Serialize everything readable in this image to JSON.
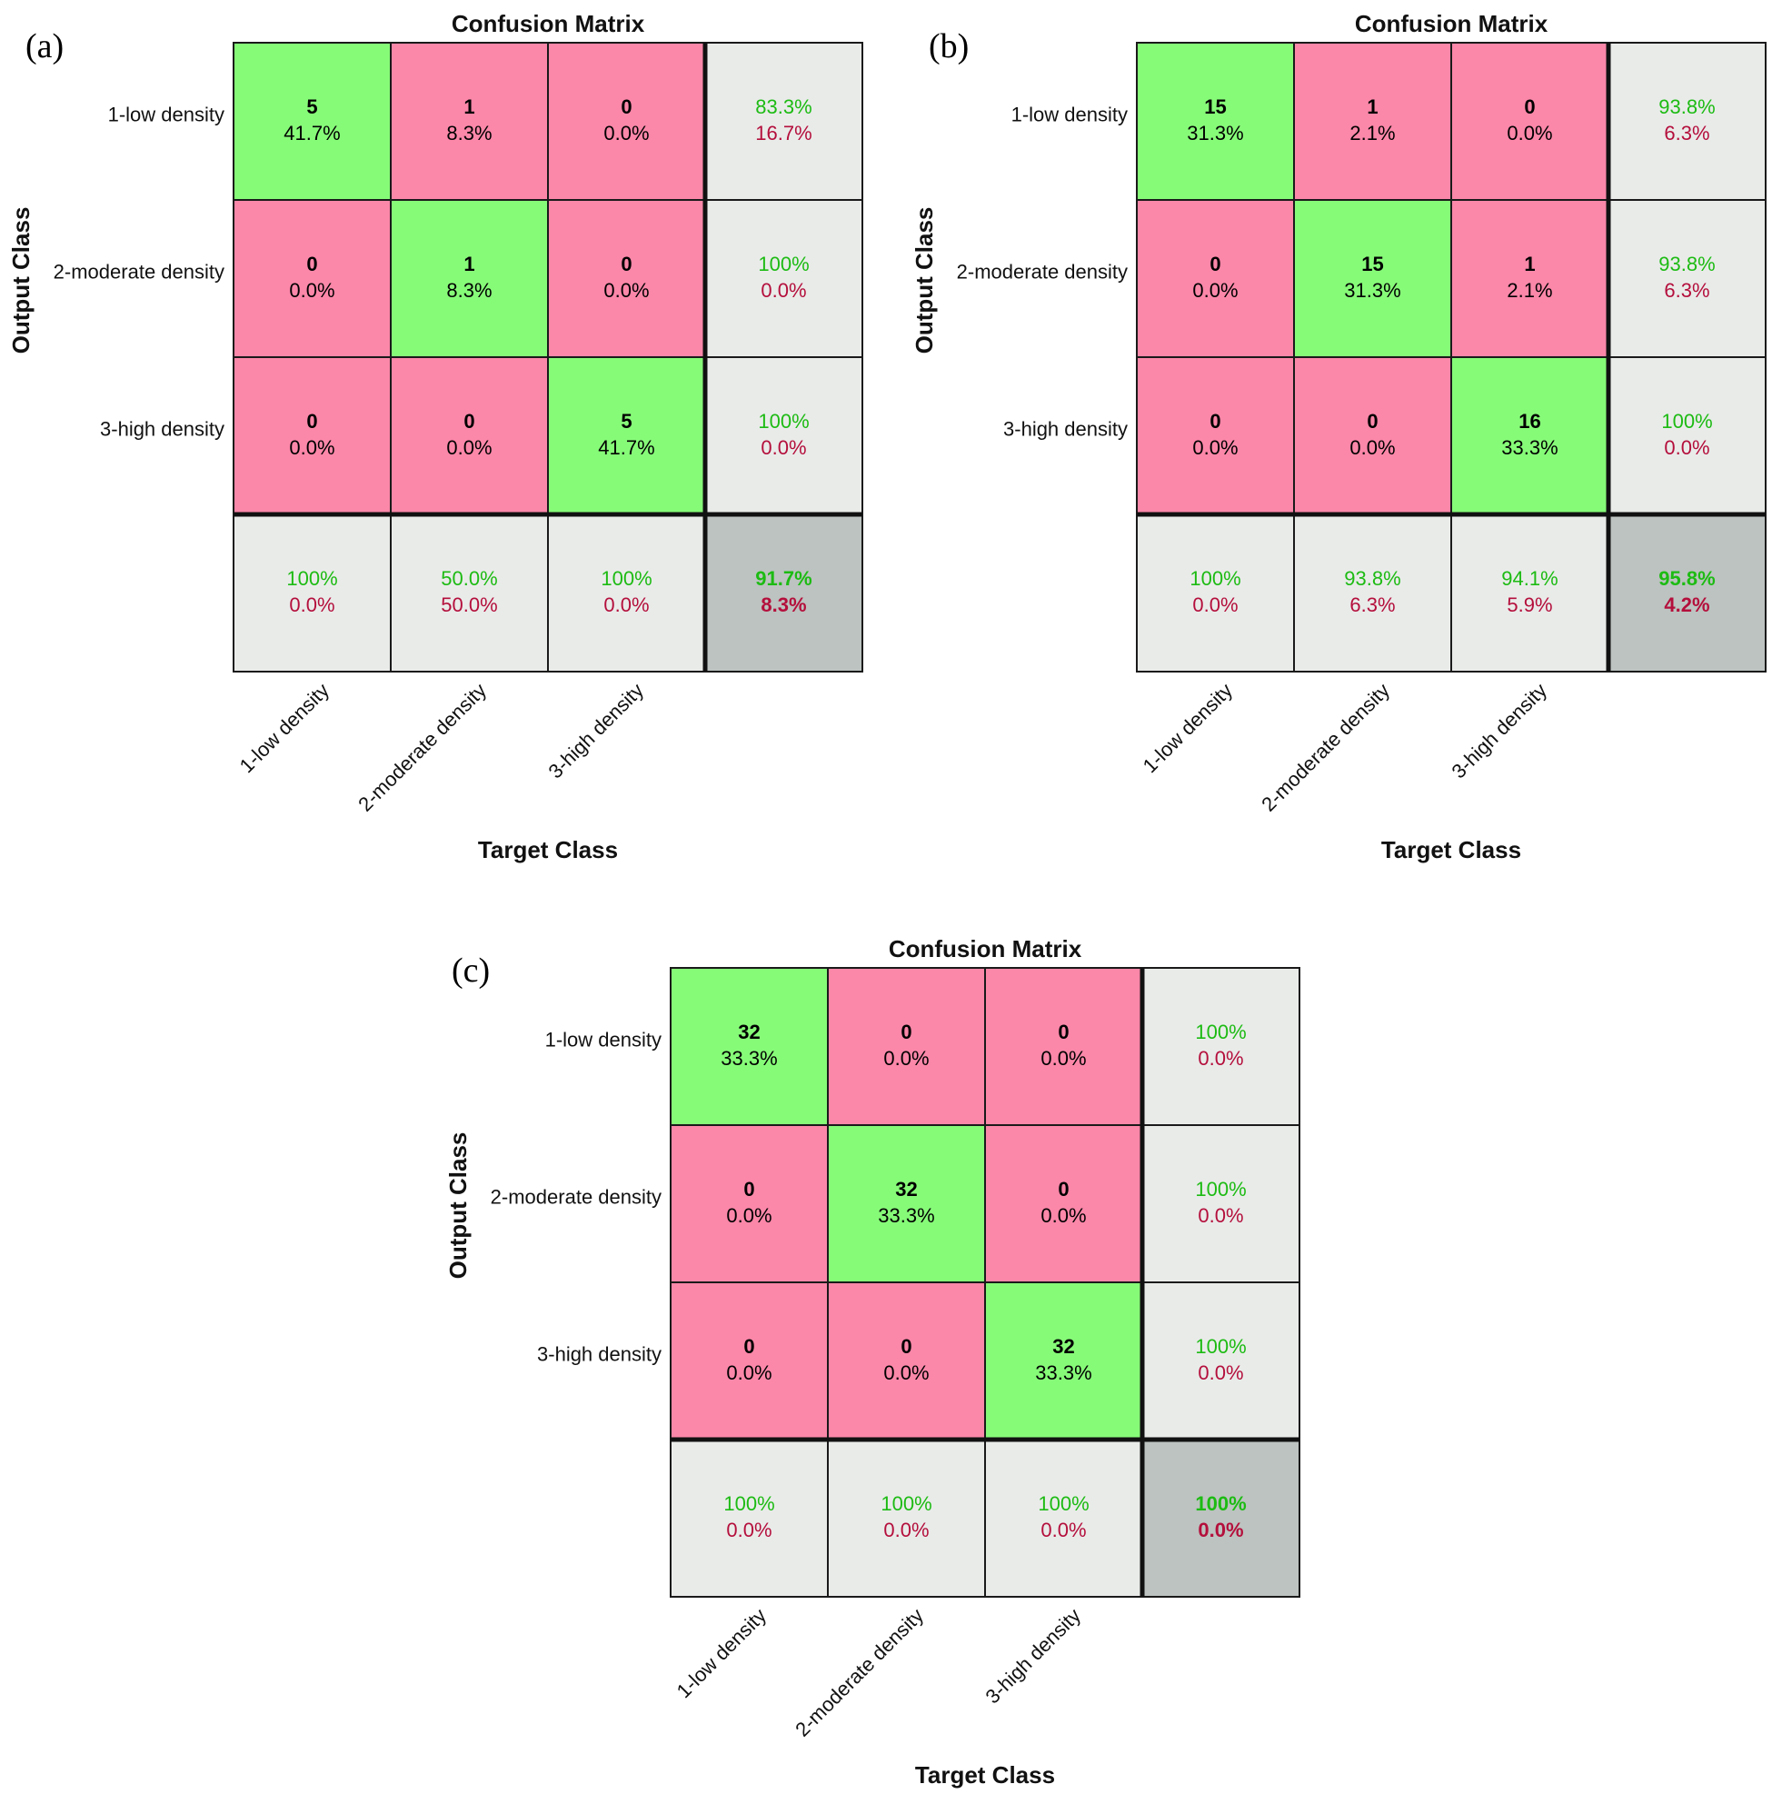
{
  "colors": {
    "correct": "#86fb78",
    "wrong": "#fb87a9",
    "summary": "#e9ebe9",
    "total": "#bcc3c0",
    "good_text": "#1dbb13",
    "bad_text": "#b40f3c",
    "border": "#1a1a1a"
  },
  "chart_data": [
    {
      "panel_label": "(a)",
      "type": "table",
      "title": "Confusion Matrix",
      "xlabel": "Target Class",
      "ylabel": "Output Class",
      "classes": [
        "1-low density",
        "2-moderate density",
        "3-high density"
      ],
      "cells": [
        [
          {
            "count": "5",
            "pct": "41.7%"
          },
          {
            "count": "1",
            "pct": "8.3%"
          },
          {
            "count": "0",
            "pct": "0.0%"
          }
        ],
        [
          {
            "count": "0",
            "pct": "0.0%"
          },
          {
            "count": "1",
            "pct": "8.3%"
          },
          {
            "count": "0",
            "pct": "0.0%"
          }
        ],
        [
          {
            "count": "0",
            "pct": "0.0%"
          },
          {
            "count": "0",
            "pct": "0.0%"
          },
          {
            "count": "5",
            "pct": "41.7%"
          }
        ]
      ],
      "row_summary": [
        {
          "good": "83.3%",
          "bad": "16.7%"
        },
        {
          "good": "100%",
          "bad": "0.0%"
        },
        {
          "good": "100%",
          "bad": "0.0%"
        }
      ],
      "col_summary": [
        {
          "good": "100%",
          "bad": "0.0%"
        },
        {
          "good": "50.0%",
          "bad": "50.0%"
        },
        {
          "good": "100%",
          "bad": "0.0%"
        }
      ],
      "total": {
        "good": "91.7%",
        "bad": "8.3%"
      }
    },
    {
      "panel_label": "(b)",
      "type": "table",
      "title": "Confusion Matrix",
      "xlabel": "Target Class",
      "ylabel": "Output Class",
      "classes": [
        "1-low density",
        "2-moderate density",
        "3-high density"
      ],
      "cells": [
        [
          {
            "count": "15",
            "pct": "31.3%"
          },
          {
            "count": "1",
            "pct": "2.1%"
          },
          {
            "count": "0",
            "pct": "0.0%"
          }
        ],
        [
          {
            "count": "0",
            "pct": "0.0%"
          },
          {
            "count": "15",
            "pct": "31.3%"
          },
          {
            "count": "1",
            "pct": "2.1%"
          }
        ],
        [
          {
            "count": "0",
            "pct": "0.0%"
          },
          {
            "count": "0",
            "pct": "0.0%"
          },
          {
            "count": "16",
            "pct": "33.3%"
          }
        ]
      ],
      "row_summary": [
        {
          "good": "93.8%",
          "bad": "6.3%"
        },
        {
          "good": "93.8%",
          "bad": "6.3%"
        },
        {
          "good": "100%",
          "bad": "0.0%"
        }
      ],
      "col_summary": [
        {
          "good": "100%",
          "bad": "0.0%"
        },
        {
          "good": "93.8%",
          "bad": "6.3%"
        },
        {
          "good": "94.1%",
          "bad": "5.9%"
        }
      ],
      "total": {
        "good": "95.8%",
        "bad": "4.2%"
      }
    },
    {
      "panel_label": "(c)",
      "type": "table",
      "title": "Confusion Matrix",
      "xlabel": "Target Class",
      "ylabel": "Output Class",
      "classes": [
        "1-low density",
        "2-moderate density",
        "3-high density"
      ],
      "cells": [
        [
          {
            "count": "32",
            "pct": "33.3%"
          },
          {
            "count": "0",
            "pct": "0.0%"
          },
          {
            "count": "0",
            "pct": "0.0%"
          }
        ],
        [
          {
            "count": "0",
            "pct": "0.0%"
          },
          {
            "count": "32",
            "pct": "33.3%"
          },
          {
            "count": "0",
            "pct": "0.0%"
          }
        ],
        [
          {
            "count": "0",
            "pct": "0.0%"
          },
          {
            "count": "0",
            "pct": "0.0%"
          },
          {
            "count": "32",
            "pct": "33.3%"
          }
        ]
      ],
      "row_summary": [
        {
          "good": "100%",
          "bad": "0.0%"
        },
        {
          "good": "100%",
          "bad": "0.0%"
        },
        {
          "good": "100%",
          "bad": "0.0%"
        }
      ],
      "col_summary": [
        {
          "good": "100%",
          "bad": "0.0%"
        },
        {
          "good": "100%",
          "bad": "0.0%"
        },
        {
          "good": "100%",
          "bad": "0.0%"
        }
      ],
      "total": {
        "good": "100%",
        "bad": "0.0%"
      }
    }
  ]
}
